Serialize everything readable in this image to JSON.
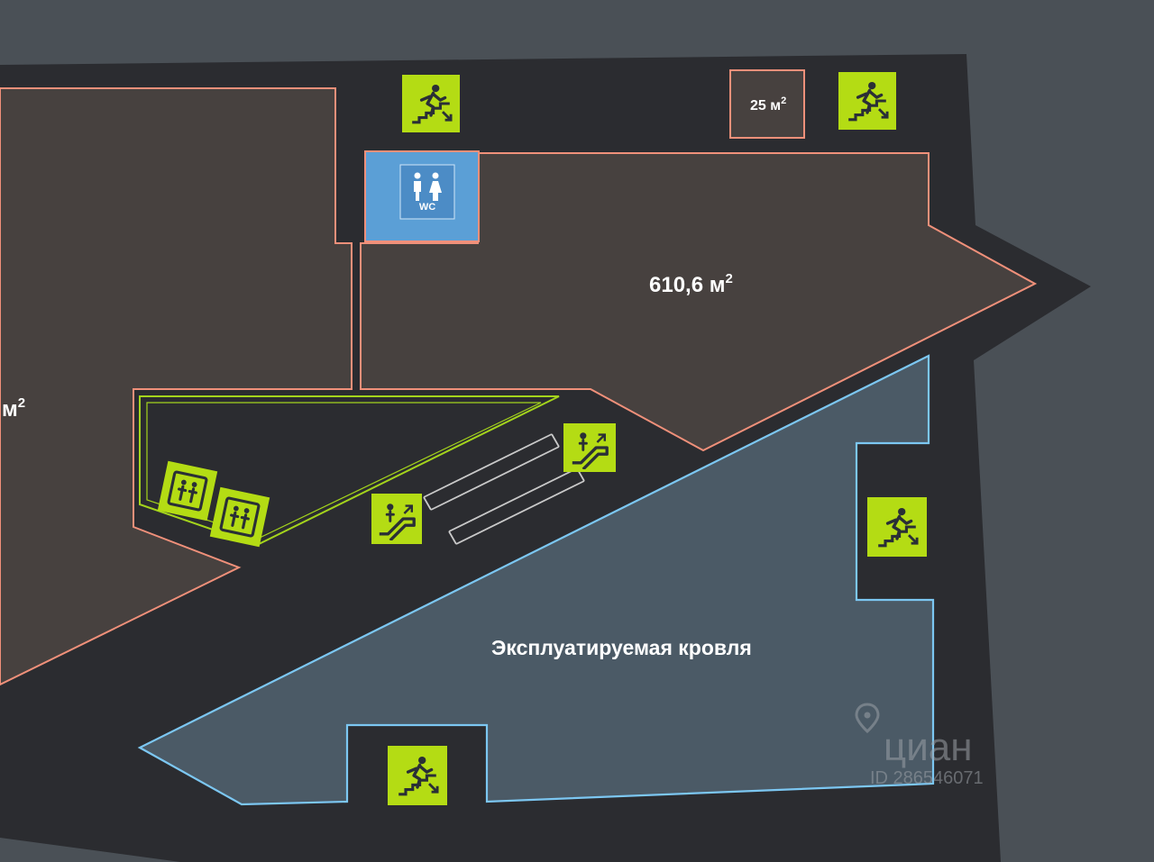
{
  "floor_plan": {
    "labels": {
      "room_large": "610,6 м",
      "room_small": "25 м",
      "room_left_partial": "м",
      "superscript": "2",
      "roof": "Эксплуатируемая кровля",
      "wc": "WC"
    },
    "icons": {
      "escalator": "escalator-icon",
      "stairs": "stairs-icon",
      "elevator": "elevator-icon",
      "wc": "restroom-icon"
    },
    "colors": {
      "background": "#4a5056",
      "building_fill": "#2b2c30",
      "room_fill": "#47413f",
      "room_outline": "#f0907a",
      "roof_fill": "#4b5a66",
      "roof_outline": "#7cc7f2",
      "zone_outline": "#a4d41c",
      "icon_bg": "#b4dc14",
      "wc_bg": "#5b9fd6",
      "escalator_steps": "#c9c9c9"
    }
  },
  "watermark": {
    "brand": "циан",
    "listing_id": "ID 286546071"
  }
}
